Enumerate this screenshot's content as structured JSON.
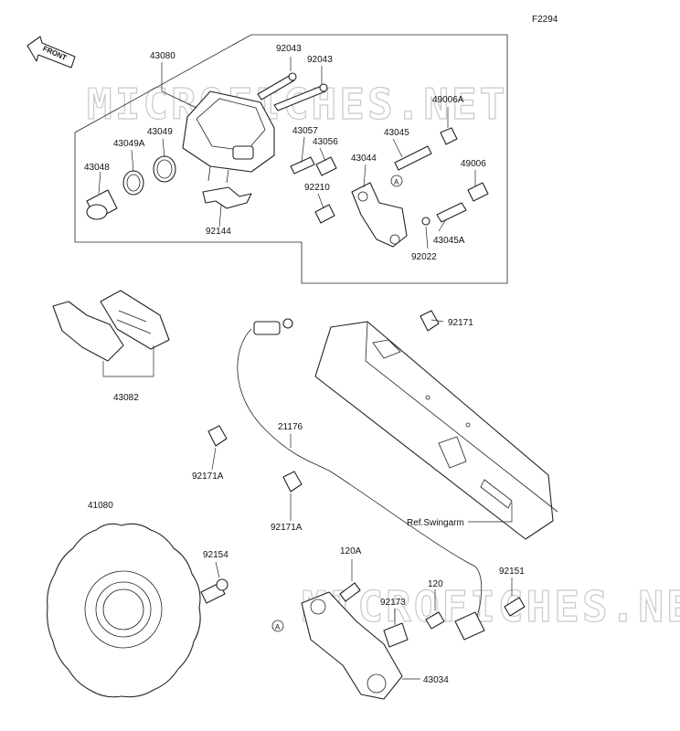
{
  "figure_code": "F2294",
  "front_label": "FRONT",
  "watermark": "MICROFICHES.NET",
  "ref_note": "Ref.Swingarm",
  "callout_letter": "A",
  "parts": {
    "p43080": "43080",
    "p92043a": "92043",
    "p92043b": "92043",
    "p43049": "43049",
    "p43049A": "43049A",
    "p43048": "43048",
    "p43057": "43057",
    "p43056": "43056",
    "p92210": "92210",
    "p43045": "43045",
    "p49006A": "49006A",
    "p43044": "43044",
    "p49006": "49006",
    "p43045A": "43045A",
    "p92022": "92022",
    "p92144": "92144",
    "p43082": "43082",
    "p92171": "92171",
    "p21176": "21176",
    "p92171Aa": "92171A",
    "p92171Ab": "92171A",
    "p41080": "41080",
    "p92154": "92154",
    "p120A": "120A",
    "p120": "120",
    "p92151": "92151",
    "p92173": "92173",
    "p43034": "43034"
  }
}
